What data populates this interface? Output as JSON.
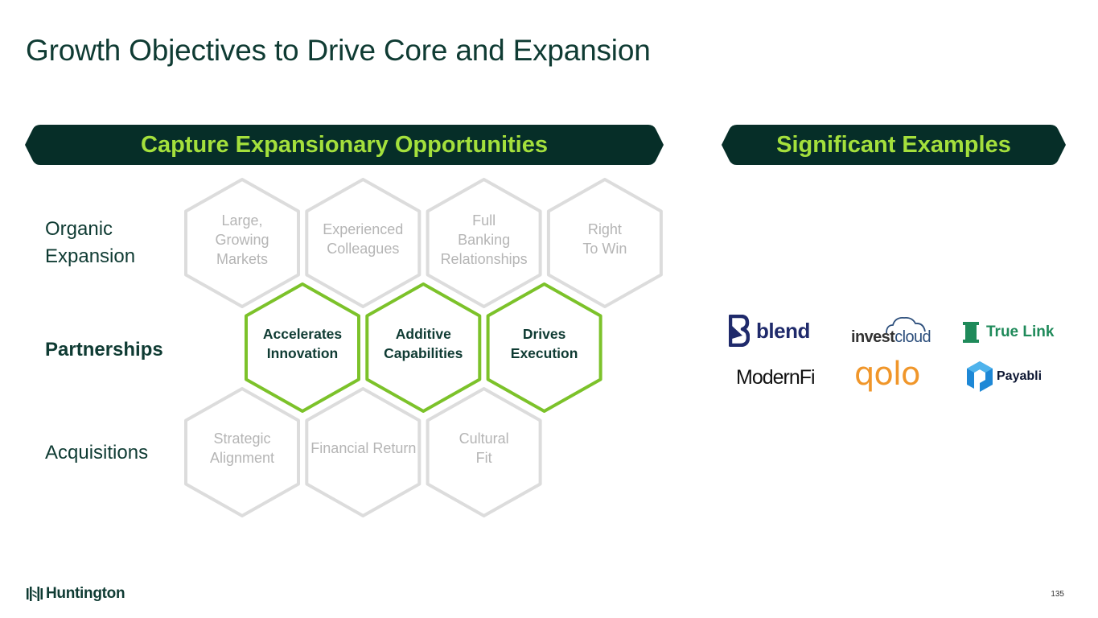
{
  "title": "Growth Objectives to Drive Core and Expansion",
  "colors": {
    "dark_green": "#0f3b33",
    "banner_bg": "#062e28",
    "lime": "#a4e03c",
    "hex_active_stroke": "#7cc22a",
    "hex_inactive_stroke": "#dcdcdc",
    "hex_inactive_text": "#b5b5b5"
  },
  "banners": {
    "left": "Capture Expansionary Opportunities",
    "right": "Significant Examples"
  },
  "rows": [
    {
      "label_lines": [
        "Organic",
        "Expansion"
      ],
      "emphasis": false,
      "hexes": [
        {
          "lines": [
            "Large,",
            "Growing",
            "Markets"
          ],
          "active": false
        },
        {
          "lines": [
            "Experienced",
            "Colleagues"
          ],
          "active": false
        },
        {
          "lines": [
            "Full",
            "Banking",
            "Relationships"
          ],
          "active": false
        },
        {
          "lines": [
            "Right",
            "To Win"
          ],
          "active": false
        }
      ]
    },
    {
      "label_lines": [
        "Partnerships"
      ],
      "emphasis": true,
      "hexes": [
        {
          "lines": [
            "Accelerates",
            "Innovation"
          ],
          "active": true
        },
        {
          "lines": [
            "Additive",
            "Capabilities"
          ],
          "active": true
        },
        {
          "lines": [
            "Drives",
            "Execution"
          ],
          "active": true
        }
      ]
    },
    {
      "label_lines": [
        "Acquisitions"
      ],
      "emphasis": false,
      "hexes": [
        {
          "lines": [
            "Strategic",
            "Alignment"
          ],
          "active": false
        },
        {
          "lines": [
            "Financial Return"
          ],
          "active": false
        },
        {
          "lines": [
            "Cultural",
            "Fit"
          ],
          "active": false
        }
      ]
    }
  ],
  "examples": [
    {
      "name": "blend",
      "icon": "blend-b-icon",
      "color": "#1f2a6b"
    },
    {
      "name_part1": "invest",
      "name_part2": "cloud",
      "icon": "cloud-icon",
      "color": "#333333",
      "accent": "#2d4f7c"
    },
    {
      "name": "True Link",
      "icon": "spool-icon",
      "color": "#1f8a5a"
    },
    {
      "name": "ModernFi",
      "color": "#111111"
    },
    {
      "name": "qolo",
      "color": "#f0962a"
    },
    {
      "name": "Payabli",
      "icon": "hex-cube-icon",
      "color": "#0d1733",
      "accent": "#1e88d6"
    }
  ],
  "footer": {
    "brand": "Huntington",
    "page_number": "135"
  }
}
